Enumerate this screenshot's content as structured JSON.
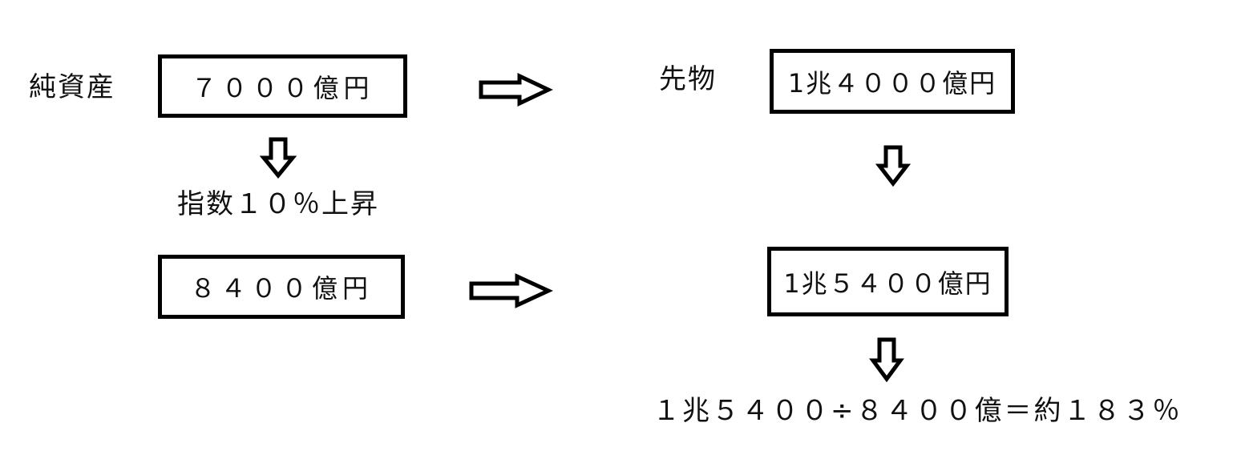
{
  "left": {
    "net_assets_label": "純資産",
    "net_assets_value": "７０００億円",
    "condition_text": "指数１０％上昇",
    "after_value": "８４００億円"
  },
  "right": {
    "futures_label": "先物",
    "futures_value": "1兆４０００億円",
    "after_value": "1兆５４００億円",
    "formula": "１兆５４００÷８４００億＝約１８３％"
  },
  "icons": {
    "right_arrow": "right-arrow-icon",
    "down_arrow": "down-arrow-icon"
  },
  "colors": {
    "stroke": "#000000",
    "background": "#ffffff",
    "text": "#111111"
  }
}
